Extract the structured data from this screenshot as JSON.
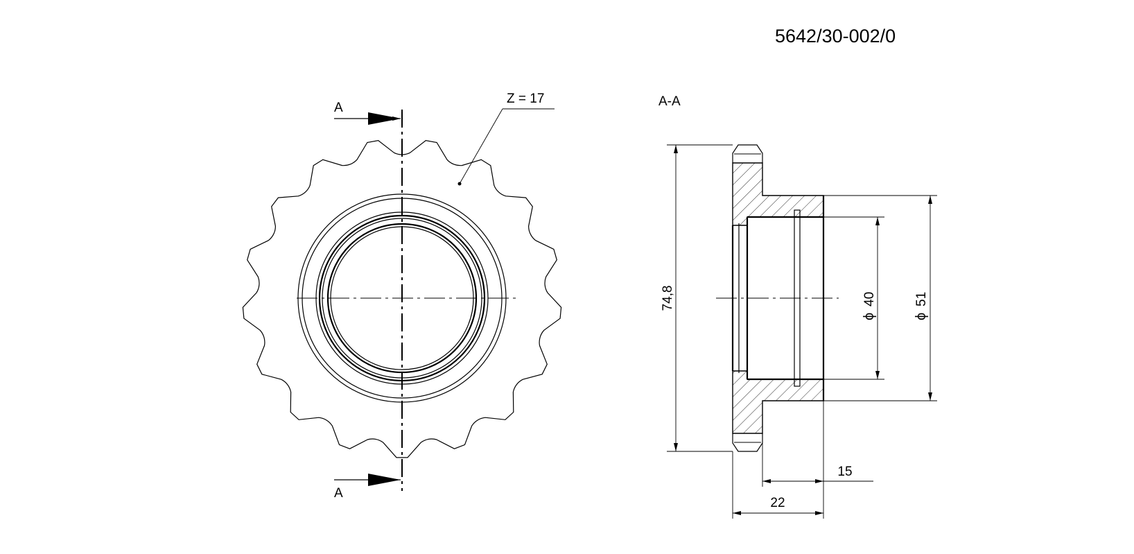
{
  "drawing": {
    "part_number": "5642/30-002/0",
    "teeth_label": "Z = 17",
    "section_label_top": "A",
    "section_label_bottom": "A",
    "section_view_label": "A-A",
    "dim_outer_diameter": "74,8",
    "dim_bore_diameter": "40",
    "dim_hub_diameter": "51",
    "dim_hub_length": "15",
    "dim_total_length": "22",
    "diameter_symbol": "ϕ",
    "teeth_count": 17
  }
}
